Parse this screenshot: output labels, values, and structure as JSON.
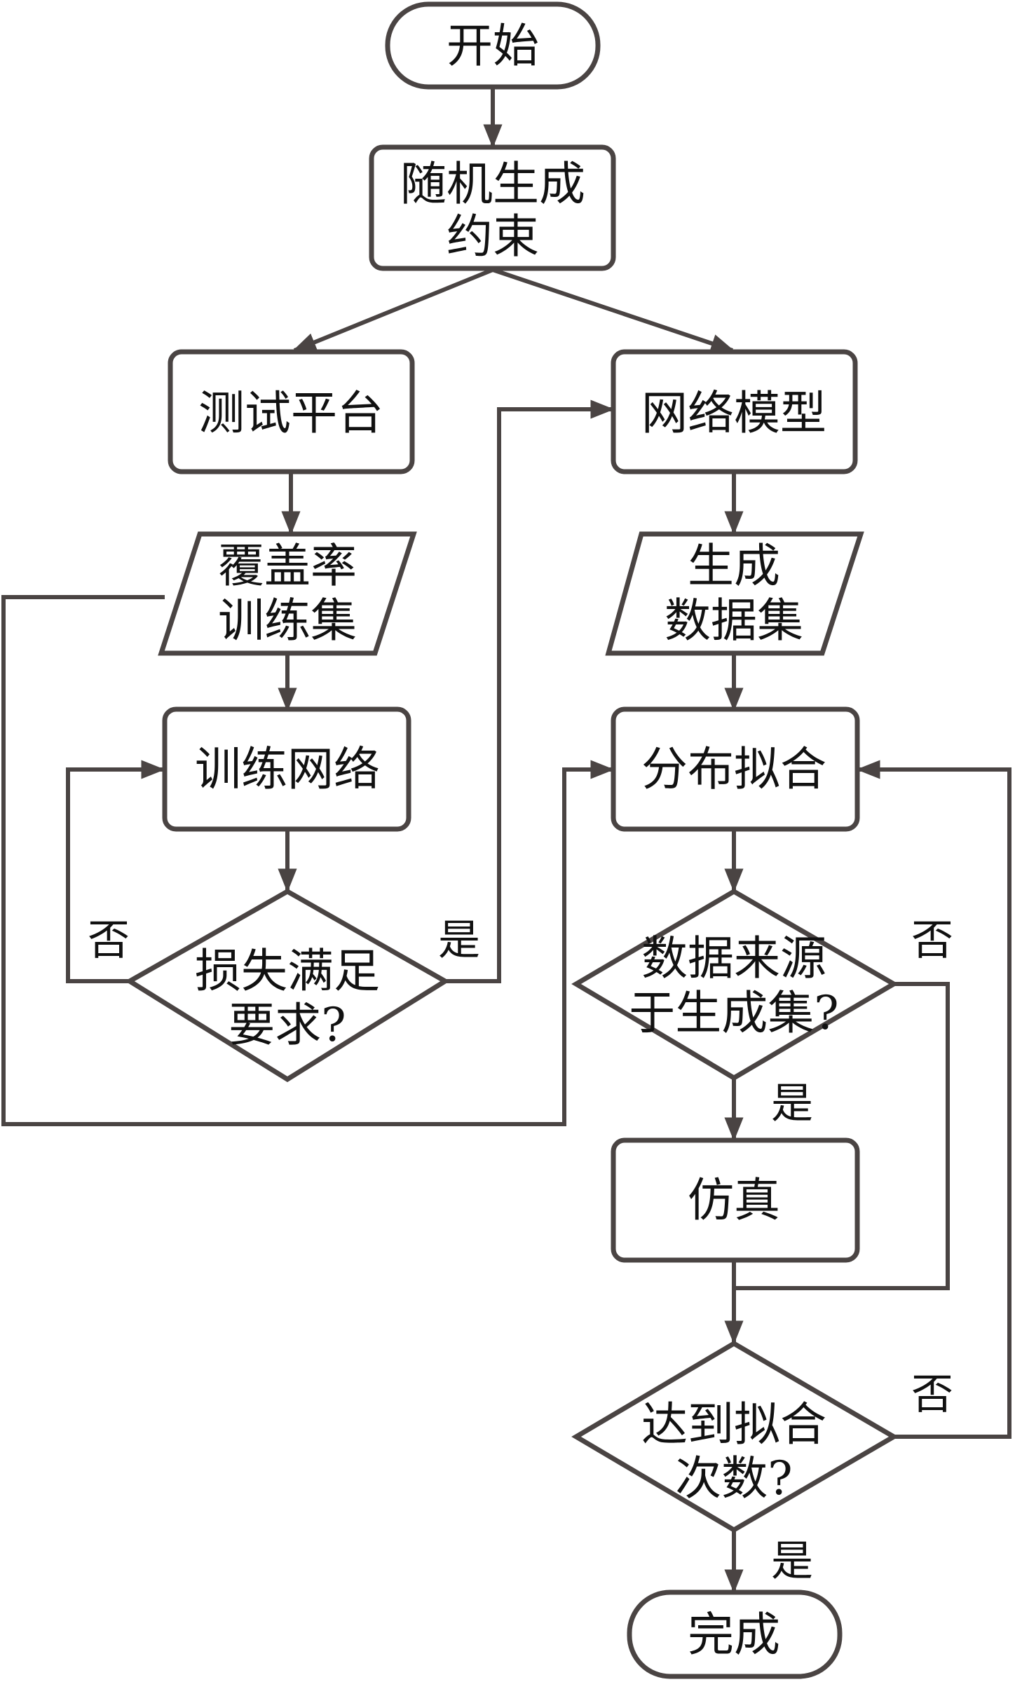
{
  "nodes": {
    "start": {
      "lines": [
        "开始"
      ]
    },
    "random_constraints": {
      "lines": [
        "随机生成",
        "约束"
      ]
    },
    "test_platform": {
      "lines": [
        "测试平台"
      ]
    },
    "coverage_training_set": {
      "lines": [
        "覆盖率",
        "训练集"
      ]
    },
    "train_network": {
      "lines": [
        "训练网络"
      ]
    },
    "loss_ok": {
      "lines": [
        "损失满足",
        "要求?"
      ]
    },
    "network_model": {
      "lines": [
        "网络模型"
      ]
    },
    "generated_dataset": {
      "lines": [
        "生成",
        "数据集"
      ]
    },
    "distribution_fit": {
      "lines": [
        "分布拟合"
      ]
    },
    "data_from_generated": {
      "lines": [
        "数据来源",
        "于生成集?"
      ]
    },
    "simulation": {
      "lines": [
        "仿真"
      ]
    },
    "fit_count_reached": {
      "lines": [
        "达到拟合",
        "次数?"
      ]
    },
    "done": {
      "lines": [
        "完成"
      ]
    }
  },
  "edge_labels": {
    "loss_no": "否",
    "loss_yes": "是",
    "source_no": "否",
    "source_yes": "是",
    "count_no": "否",
    "count_yes": "是"
  },
  "colors": {
    "stroke": "#4a4443",
    "text": "#111111",
    "background": "#ffffff"
  }
}
